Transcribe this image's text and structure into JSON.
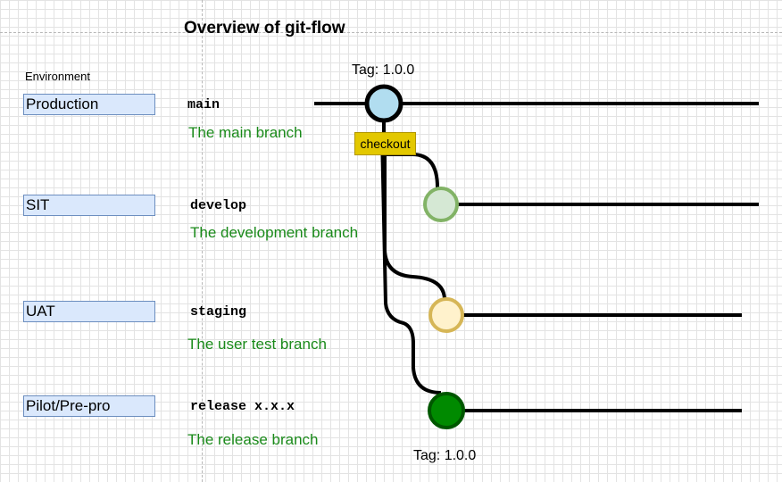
{
  "title": "Overview of git-flow",
  "environment_header": "Environment",
  "environments": [
    {
      "name": "Production",
      "branch": "main",
      "description": "The main branch"
    },
    {
      "name": "SIT",
      "branch": "develop",
      "description": "The development branch"
    },
    {
      "name": "UAT",
      "branch": "staging",
      "description": "The user test branch"
    },
    {
      "name": "Pilot/Pre-pro",
      "branch": "release x.x.x",
      "description": "The release branch"
    }
  ],
  "tags": {
    "main": "Tag: 1.0.0",
    "release": "Tag: 1.0.0"
  },
  "checkout_label": "checkout",
  "colors": {
    "env_fill": "#dae8fc",
    "env_stroke": "#6c8ebf",
    "description_text": "#1a8a1a",
    "main_node_fill": "#b1ddf0",
    "develop_node_fill": "#d5e8d4",
    "develop_node_stroke": "#82b366",
    "staging_node_fill": "#fff2cc",
    "staging_node_stroke": "#d6b656",
    "release_node_fill": "#008a00",
    "release_node_stroke": "#005700",
    "checkout_fill": "#e3c800"
  }
}
